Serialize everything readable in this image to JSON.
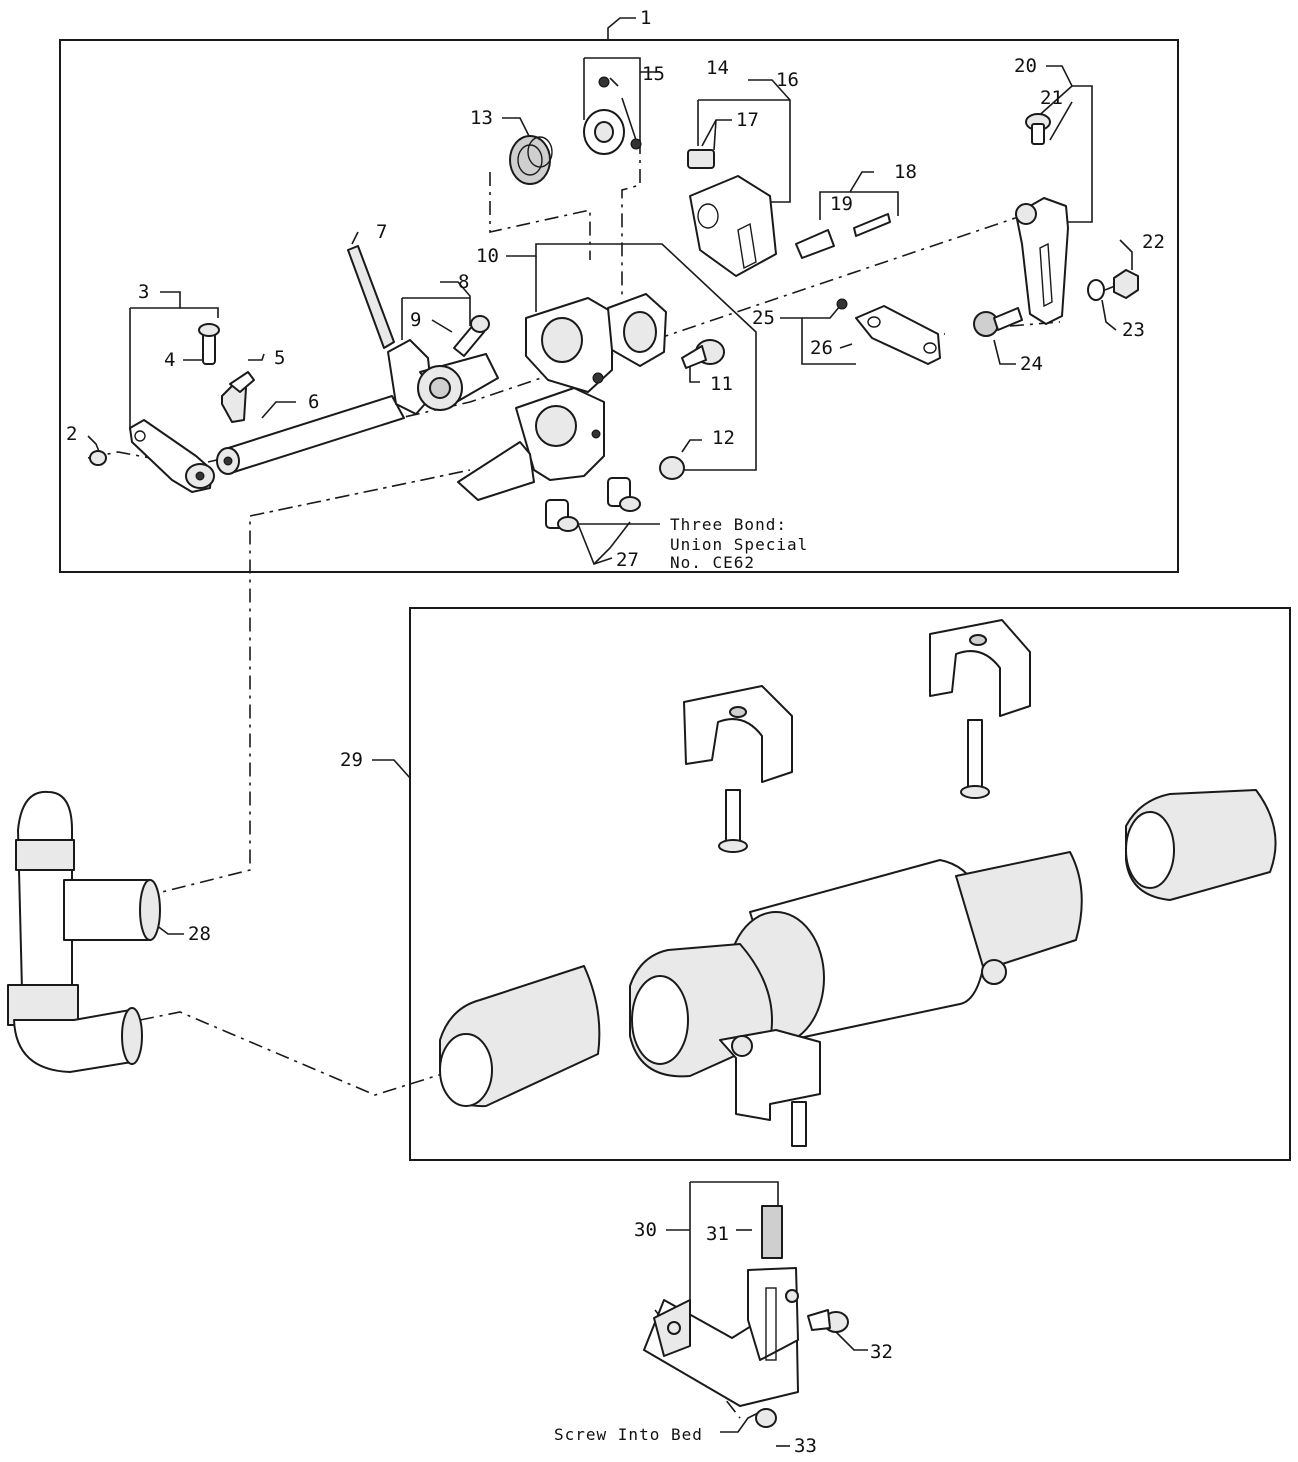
{
  "labels": [
    "1",
    "2",
    "3",
    "4",
    "5",
    "6",
    "7",
    "8",
    "9",
    "10",
    "11",
    "12",
    "13",
    "14",
    "15",
    "16",
    "17",
    "18",
    "19",
    "20",
    "21",
    "22",
    "23",
    "24",
    "25",
    "26",
    "27",
    "28",
    "29",
    "30",
    "31",
    "32",
    "33"
  ],
  "notes": {
    "threebond_line1": "Three Bond:",
    "threebond_line2": "Union Special",
    "threebond_line3": "No. CE62",
    "screw_into_bed": "Screw Into Bed"
  },
  "colors": {
    "line": "#1a1a1a",
    "background": "#ffffff"
  }
}
